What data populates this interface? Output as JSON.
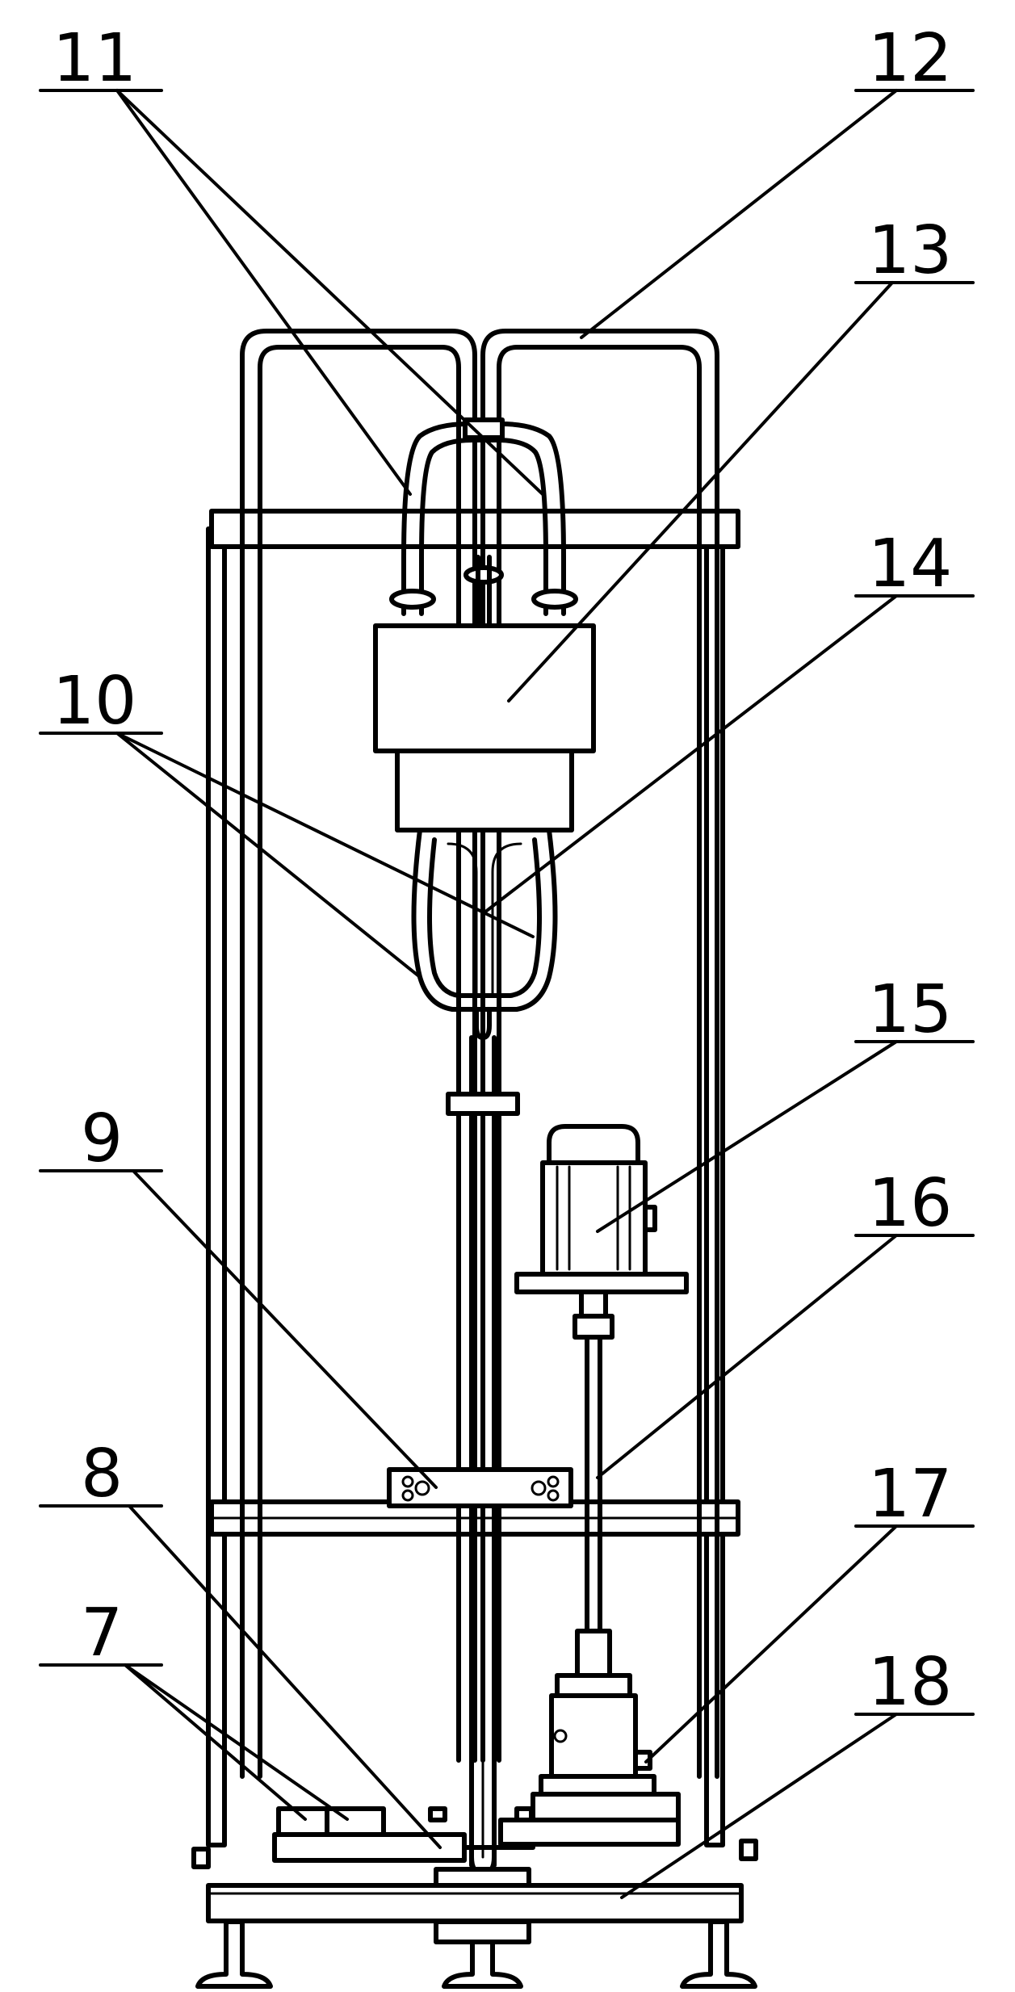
{
  "labels": [
    {
      "id": "7",
      "text": "7"
    },
    {
      "id": "8",
      "text": "8"
    },
    {
      "id": "9",
      "text": "9"
    },
    {
      "id": "10",
      "text": "10"
    },
    {
      "id": "11",
      "text": "11"
    },
    {
      "id": "12",
      "text": "12"
    },
    {
      "id": "13",
      "text": "13"
    },
    {
      "id": "14",
      "text": "14"
    },
    {
      "id": "15",
      "text": "15"
    },
    {
      "id": "16",
      "text": "16"
    },
    {
      "id": "17",
      "text": "17"
    },
    {
      "id": "18",
      "text": "18"
    }
  ]
}
